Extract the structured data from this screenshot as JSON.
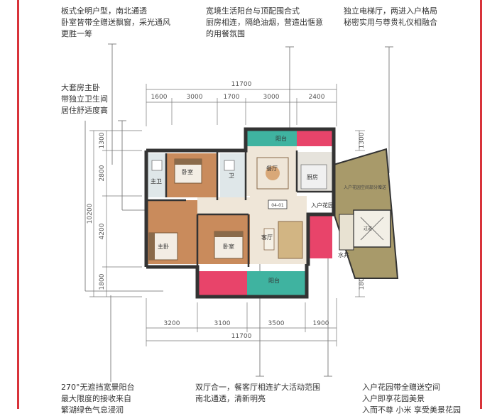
{
  "annotations": {
    "top_left": "板式全明户型，南北通透\n卧室皆带全赠送飘窗，采光通风\n更胜一筹",
    "top_center": "宽境生活阳台与顶配围合式\n厨房相连，隔绝油烟，营造出惬意\n的用餐氛围",
    "top_right": "独立电梯厅，两进入户格局\n秘密实用与尊贵礼仪相融合",
    "mid_left": "大套房主卧\n带独立卫生间\n居住舒适度高",
    "bottom_left": "270°无遮挡宽景阳台\n最大限度的接收来自\n繁湖绿色气息浸润",
    "bottom_center": "双厅合一，餐客厅相连扩大活动范围\n南北通透，清新明亮",
    "bottom_right": "入户花园带全赠送空间\n入户即享花园美景\n入而不尊 小米 享受美景花园"
  },
  "dimensions": {
    "top_total": "11700",
    "top_segments": [
      "1600",
      "3000",
      "1700",
      "3000",
      "2400"
    ],
    "bottom_total": "11700",
    "bottom_segments": [
      "3200",
      "3100",
      "3500",
      "1900"
    ],
    "left_total": "10200",
    "left_segments": [
      "1300",
      "2800",
      "4200",
      "1800"
    ],
    "right_segments": [
      "1300",
      "1800"
    ]
  },
  "rooms": {
    "bedroom": "卧室",
    "master_bath": "主卫",
    "bath": "卫",
    "dining": "餐厅",
    "kitchen": "厨房",
    "balcony_top": "阳台",
    "master_bedroom": "主卧",
    "bedroom2": "卧室",
    "living": "客厅",
    "entry_garden": "入户花园",
    "water_well": "水井",
    "balcony_bottom": "阳台",
    "unit_code": "04-01",
    "corridor": "过道",
    "garden_note": "入户花园空间部分赠送"
  },
  "colors": {
    "border_red": "#d8333a",
    "balcony_pink": "#e8446a",
    "balcony_teal": "#3fb3a0",
    "wall": "#333333",
    "terrace": "#a89a6a",
    "floor_wood": "#c98b5c",
    "floor_tile": "#efe6d8"
  }
}
